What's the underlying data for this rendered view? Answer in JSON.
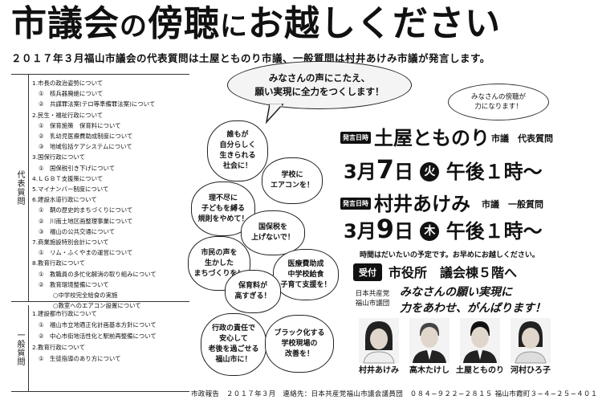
{
  "headline": {
    "part1": "市議会",
    "part2": "の",
    "part3": "傍聴",
    "part4": "に",
    "part5": "お越しください"
  },
  "subline": "２０１７年３月福山市議会の代表質問は土屋とものり市議、一般質問は村井あけみ市議が発言します。",
  "agenda": {
    "label": "代表質問",
    "items": [
      {
        "level": 1,
        "text": "1.市長の政治姿勢について"
      },
      {
        "level": 2,
        "text": "①　核兵器廃絶について"
      },
      {
        "level": 2,
        "text": "②　共謀罪法案(テロ等準備罪法案)について"
      },
      {
        "level": 1,
        "text": "2.民生・福祉行政について"
      },
      {
        "level": 2,
        "text": "①　保育施策　保育料について"
      },
      {
        "level": 2,
        "text": "②　乳幼児医療費助成制度について"
      },
      {
        "level": 2,
        "text": "③　地域包括ケアシステムについて"
      },
      {
        "level": 1,
        "text": "3.国保行政について"
      },
      {
        "level": 2,
        "text": "①　国保税引き下げについて"
      },
      {
        "level": 1,
        "text": "4.ＬＧＢＴ支援策について"
      },
      {
        "level": 1,
        "text": "5.マイナンバー制度について"
      },
      {
        "level": 1,
        "text": "6.建設水道行政について"
      },
      {
        "level": 2,
        "text": "①　鞆の歴史的まちづくりについて"
      },
      {
        "level": 2,
        "text": "②　川南土地区画整理事業について"
      },
      {
        "level": 2,
        "text": "③　福山の公共交通について"
      },
      {
        "level": 1,
        "text": "7.商業施設特別会計について"
      },
      {
        "level": 2,
        "text": "①　リム・ふくやまの運営について"
      },
      {
        "level": 1,
        "text": "8.教育行政について"
      },
      {
        "level": 2,
        "text": "①　教職員の多忙化解消の取り組みについて"
      },
      {
        "level": 2,
        "text": "②　教育環境整備について"
      },
      {
        "level": 3,
        "text": "○中学校完全給食の実施"
      },
      {
        "level": 3,
        "text": "○教室へのエアコン設置について"
      }
    ]
  },
  "agenda2": {
    "label": "一般質問",
    "items": [
      {
        "level": 1,
        "text": "1.建設都市行政について"
      },
      {
        "level": 2,
        "text": "①　福山市立地適正化計画基本方針について"
      },
      {
        "level": 2,
        "text": "②　中心市街地活性化と駅前再整備について"
      },
      {
        "level": 1,
        "text": "2.教育行政について"
      },
      {
        "level": 2,
        "text": "①　生徒指導のあり方について"
      }
    ]
  },
  "bubble_top": {
    "line1": "みなさんの声にこたえ、",
    "line2": "願い実現に全力をつくします！"
  },
  "bubble_small": {
    "line1": "みなさんの傍聴が",
    "line2": "力になります！"
  },
  "clouds": [
    {
      "lines": [
        "誰もが",
        "自分らしく",
        "生きられる",
        "社会に！"
      ]
    },
    {
      "lines": [
        "学校に",
        "エアコンを！"
      ]
    },
    {
      "lines": [
        "理不尽に",
        "子どもを縛る",
        "規則をやめて！"
      ]
    },
    {
      "lines": [
        "国保税を",
        "上げないで！"
      ]
    },
    {
      "lines": [
        "市民の声を",
        "生かした",
        "まちづくりを！"
      ]
    },
    {
      "lines": [
        "医療費助成",
        "中学校給食",
        "子育て支援を！"
      ]
    },
    {
      "lines": [
        "保育料が",
        "高すぎる！"
      ]
    },
    {
      "lines": [
        "行政の責任で",
        "安心して",
        "老後を過ごせる",
        "福山市に！"
      ]
    },
    {
      "lines": [
        "ブラック化する",
        "学校現場の",
        "改善を！"
      ]
    }
  ],
  "speaker1": {
    "tag": "発言日時",
    "name": "土屋とものり",
    "suffix": "市議　代表質問",
    "month": "3月",
    "day": "7",
    "day_suffix": "日",
    "dow": "火",
    "time": "午後１時〜"
  },
  "speaker2": {
    "tag": "発言日時",
    "name": "村井あけみ",
    "suffix": "市議　一般質問",
    "month": "3月",
    "day": "9",
    "day_suffix": "日",
    "dow": "木",
    "time": "午後１時〜"
  },
  "note": "時間はだいたいの予定です。お早めにお越しください。",
  "uketsuke": "受付",
  "place": "市役所　議会棟５階へ",
  "party": {
    "line1": "日本共産党",
    "line2": "福山市議団"
  },
  "slogan": {
    "line1": "みなさんの願い実現に",
    "line2": "力をあわせ、がんばります！"
  },
  "members": [
    {
      "name": "村井あけみ"
    },
    {
      "name": "高木たけし"
    },
    {
      "name": "土屋とものり"
    },
    {
      "name": "河村ひろ子"
    }
  ],
  "footer": "市政報告　２０１７年３月　連絡先：日本共産党福山市議会議員団　０８４−９２２−２８１５ 福山市霞町３−４−２５−４０１"
}
